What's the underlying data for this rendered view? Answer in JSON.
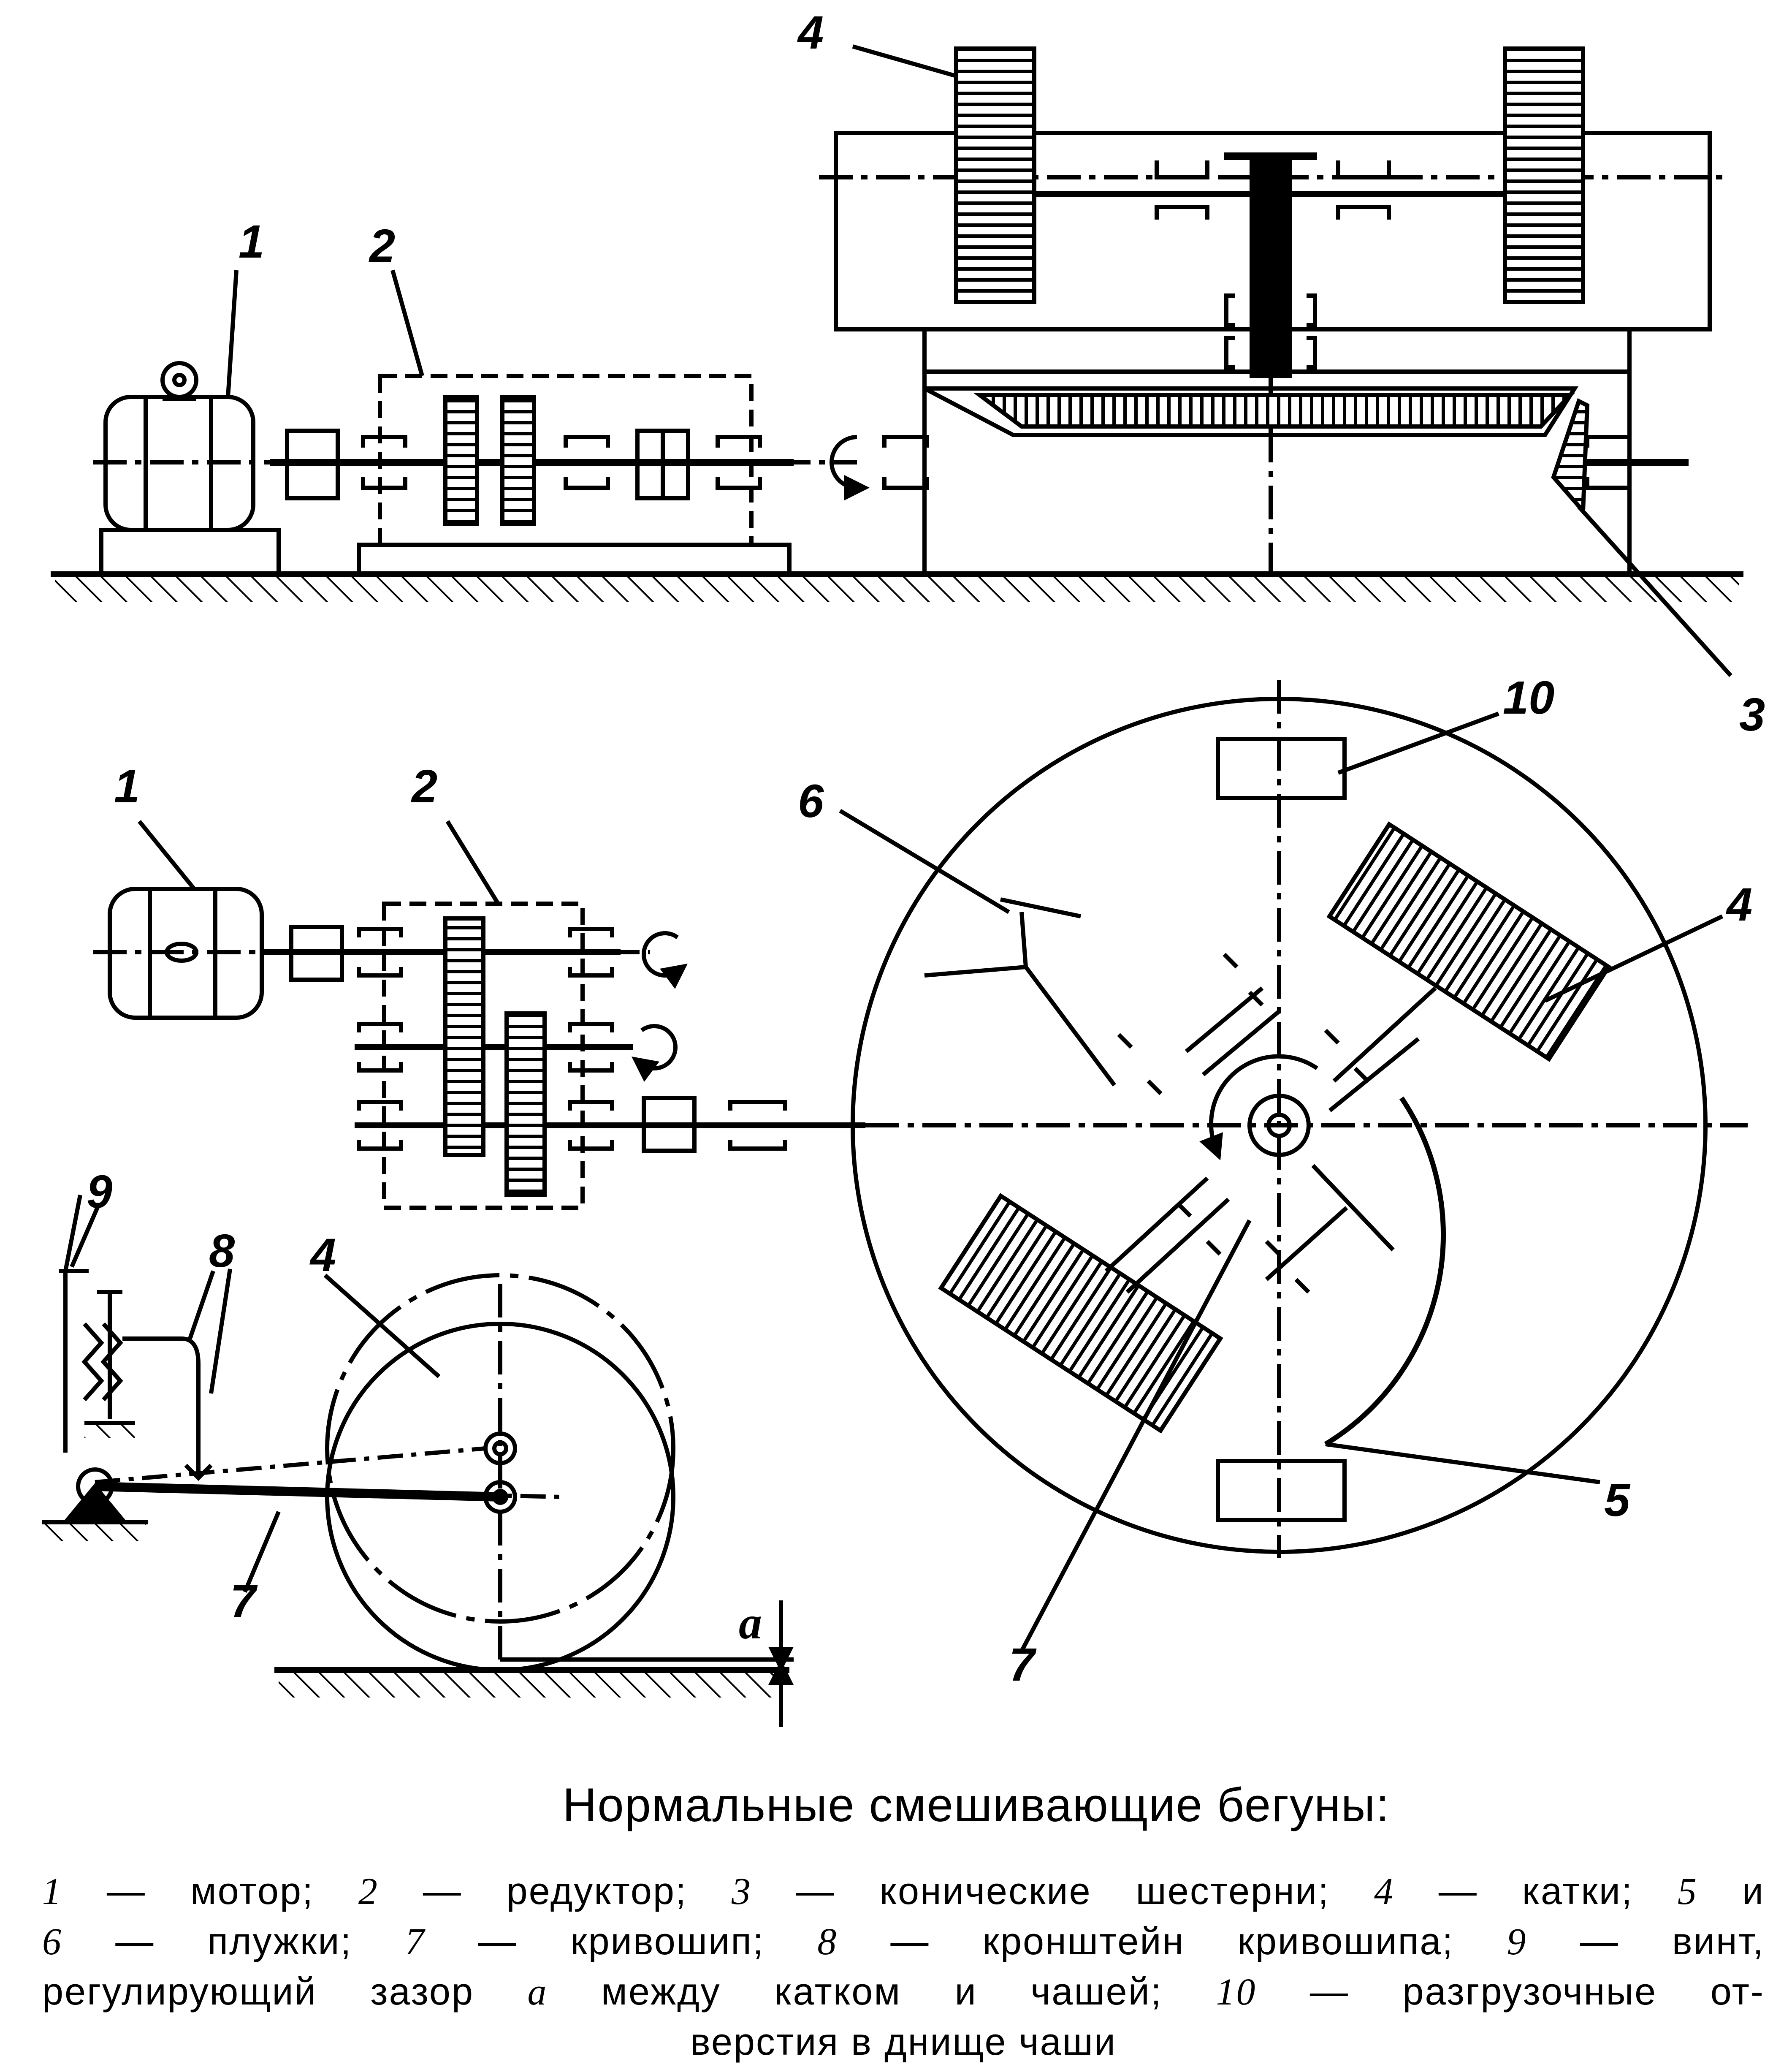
{
  "labels": {
    "top_motor": "1",
    "top_reducer": "2",
    "top_bevel": "3",
    "top_rollers": "4",
    "plan_motor": "1",
    "plan_reducer": "2",
    "plan_plough": "6",
    "plan_unload": "10",
    "plan_roller": "4",
    "plan_plough5": "5",
    "plan_crank": "7",
    "side_screw": "9",
    "side_bracket": "8",
    "side_roller": "4",
    "side_crank": "7",
    "gap_a": "a"
  },
  "caption": {
    "title": "Нормальные смешивающие бегуны:",
    "line1": [
      {
        "num": "1",
        "text": " — мотор; "
      },
      {
        "num": "2",
        "text": " — редуктор; "
      },
      {
        "num": "3",
        "text": " — конические шестерни; "
      },
      {
        "num": "4",
        "text": " — катки; "
      },
      {
        "num": "5",
        "text": " и"
      }
    ],
    "line2": [
      {
        "num": "6",
        "text": " — плужки; "
      },
      {
        "num": "7",
        "text": " — кривошип; "
      },
      {
        "num": "8",
        "text": " — кронштейн кривошипа; "
      },
      {
        "num": "9",
        "text": " — винт,"
      }
    ],
    "line3": [
      {
        "num": "",
        "text": "регулирующий зазор "
      },
      {
        "num": "a",
        "text": " между катком и чашей; "
      },
      {
        "num": "10",
        "text": " — разгрузочные от-"
      }
    ],
    "line4": "верстия в днище чаши"
  }
}
